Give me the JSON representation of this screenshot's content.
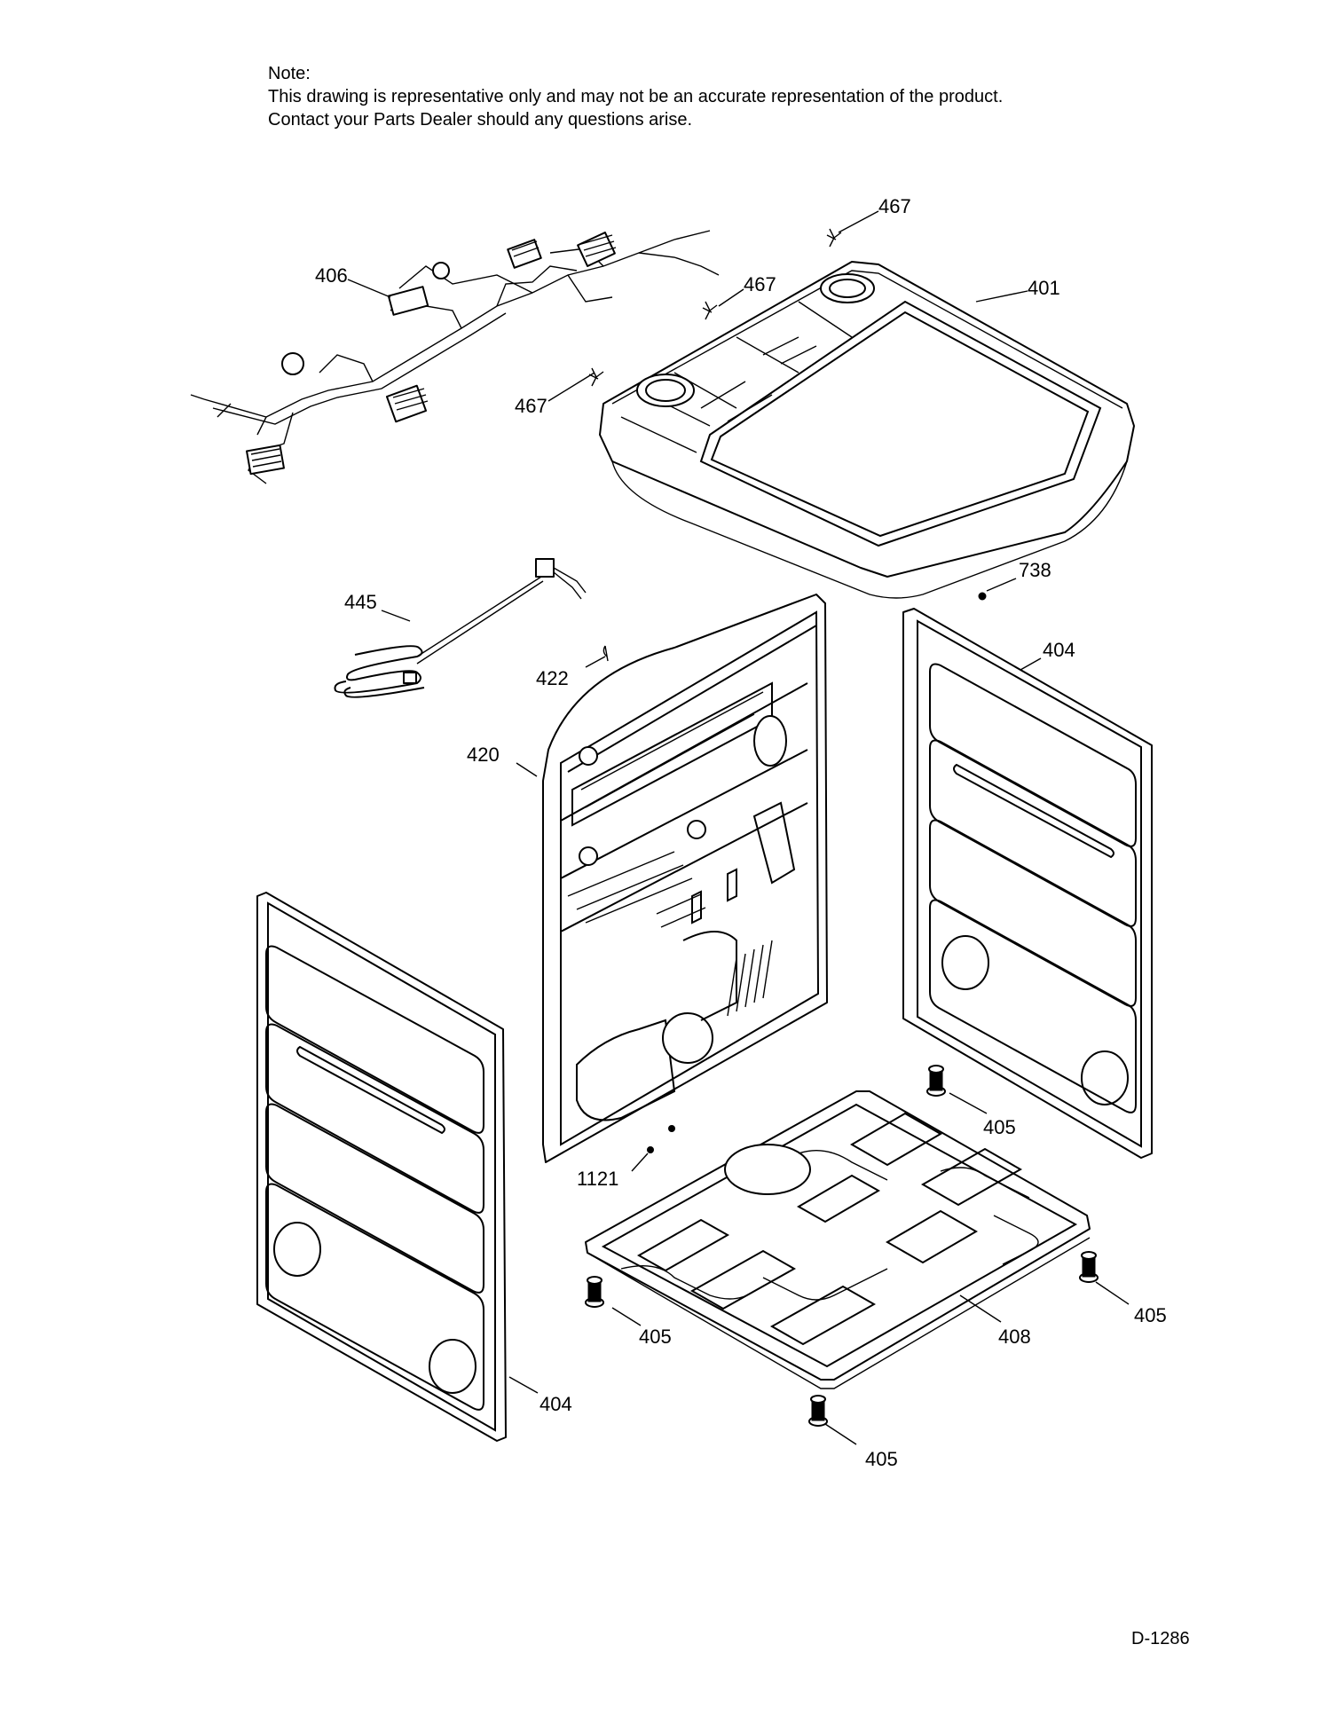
{
  "note": {
    "heading": "Note:",
    "line1": "This drawing is representative only and may not be an accurate representation of the product.",
    "line2": "Contact your Parts Dealer should any questions arise."
  },
  "callouts": {
    "c467a": "467",
    "c467b": "467",
    "c467c": "467",
    "c406": "406",
    "c401": "401",
    "c738": "738",
    "c445": "445",
    "c422": "422",
    "c404_right": "404",
    "c420": "420",
    "c405_right": "405",
    "c1121": "1121",
    "c405_left": "405",
    "c405_far_right": "405",
    "c408": "408",
    "c404_left": "404",
    "c405_bottom": "405"
  },
  "diagram_code": "D-1286"
}
